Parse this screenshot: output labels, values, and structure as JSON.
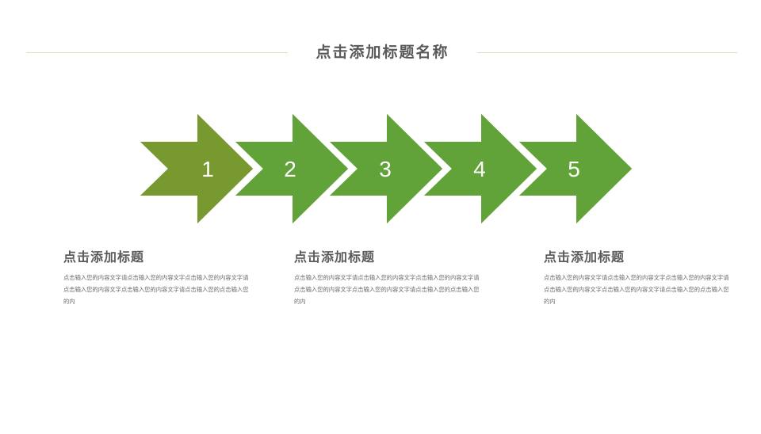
{
  "title": "点击添加标题名称",
  "colors": {
    "arrow_first": "#77992f",
    "arrow": "#62a339",
    "title_line": "#d9e3b6",
    "text": "#5b5b5b"
  },
  "steps": [
    "1",
    "2",
    "3",
    "4",
    "5"
  ],
  "blocks": [
    {
      "heading": "点击添加标题",
      "body": "点击输入您的内容文字请点击输入您的内容文字点击输入您的内容文字请点击输入您的内容文字点击输入您的内容文字请点击输入您的点击输入您的内"
    },
    {
      "heading": "点击添加标题",
      "body": "点击输入您的内容文字请点击输入您的内容文字点击输入您的内容文字请点击输入您的内容文字点击输入您的内容文字请点击输入您的点击输入您的内"
    },
    {
      "heading": "点击添加标题",
      "body": "点击输入您的内容文字请点击输入您的内容文字点击输入您的内容文字请点击输入您的内容文字点击输入您的内容文字请点击输入您的点击输入您的内"
    }
  ]
}
